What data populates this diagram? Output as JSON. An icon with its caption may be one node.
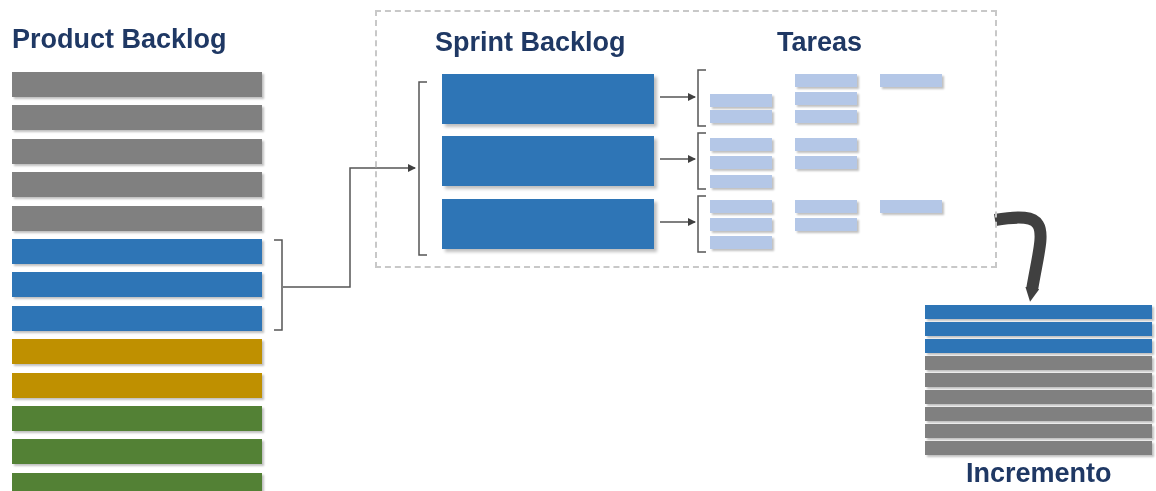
{
  "diagram": {
    "nodes": [
      {
        "text": [
          "Product Backlog"
        ]
      },
      {
        "text": [],
        "shape": "box"
      },
      {
        "text": [
          "Sprint Backlog"
        ],
        "in": 1
      },
      {
        "text": [
          "Tareas"
        ],
        "in": 1
      },
      {
        "text": [
          "Incremento"
        ]
      },
      {
        "text": [],
        "shape": "bar",
        "in": 2
      },
      {
        "text": [],
        "shape": "bar",
        "in": 2
      },
      {
        "text": [],
        "shape": "bar",
        "in": 2
      },
      {
        "text": [],
        "shape": "bar",
        "in": 3
      },
      {
        "text": [],
        "shape": "bar",
        "in": 3
      },
      {
        "text": [],
        "shape": "bar",
        "in": 3
      }
    ],
    "edges": [
      {
        "from": 0,
        "to": 2,
        "arrow": "to"
      },
      {
        "from": 5,
        "to": 8,
        "arrow": "to"
      },
      {
        "from": 6,
        "to": 9,
        "arrow": "to"
      },
      {
        "from": 7,
        "to": 10,
        "arrow": "to"
      },
      {
        "from": 1,
        "to": 4,
        "arrow": "to",
        "style": "thick"
      }
    ]
  }
}
